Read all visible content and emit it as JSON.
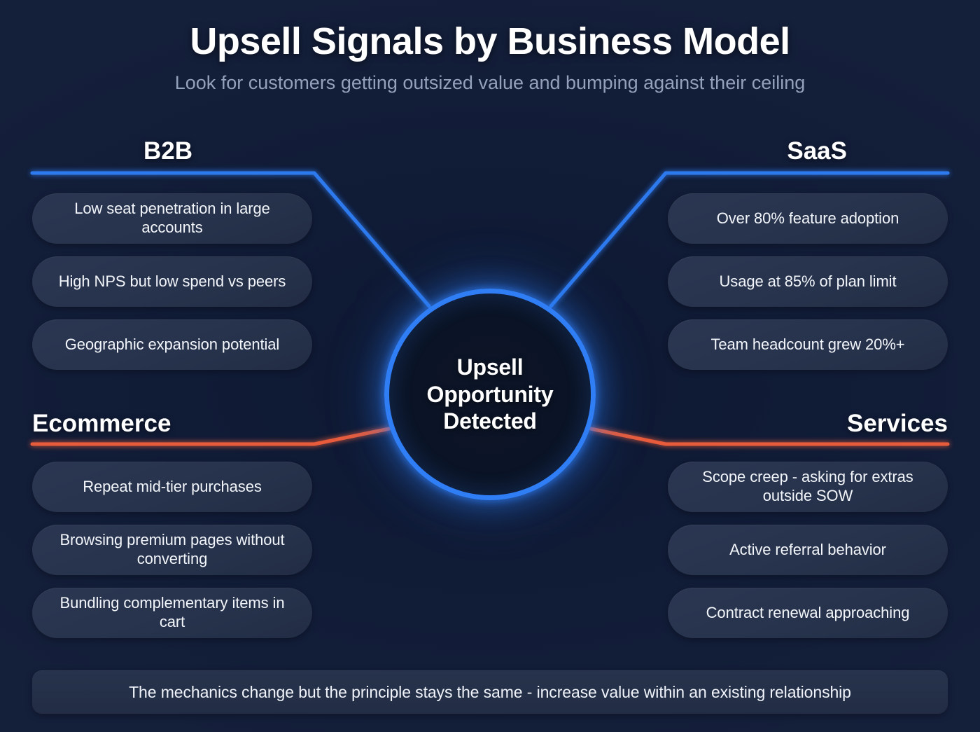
{
  "header": {
    "title": "Upsell Signals by Business Model",
    "subtitle": "Look for customers getting outsized value and bumping against their ceiling"
  },
  "center": {
    "label": "Upsell\nOpportunity\nDetected",
    "ring_color": "#2f7ef5",
    "glow_color": "#2f7ef5"
  },
  "colors": {
    "background": "#141f3a",
    "accent_blue": "#2f7ef5",
    "accent_orange": "#ef5f3c",
    "pill_bg": "#27334c",
    "text_primary": "#ffffff",
    "text_secondary": "#93a1bb"
  },
  "quadrants": [
    {
      "id": "b2b",
      "heading": "B2B",
      "rule_color": "#2f7ef5",
      "items": [
        "Low seat penetration in large accounts",
        "High NPS but low spend vs peers",
        "Geographic expansion potential"
      ]
    },
    {
      "id": "saas",
      "heading": "SaaS",
      "rule_color": "#2f7ef5",
      "items": [
        "Over 80% feature adoption",
        "Usage at 85% of plan limit",
        "Team headcount grew 20%+"
      ]
    },
    {
      "id": "ecommerce",
      "heading": "Ecommerce",
      "rule_color": "#ef5f3c",
      "items": [
        "Repeat mid-tier purchases",
        "Browsing premium pages without converting",
        "Bundling complementary items in cart"
      ]
    },
    {
      "id": "services",
      "heading": "Services",
      "rule_color": "#ef5f3c",
      "items": [
        "Scope creep - asking for extras outside SOW",
        "Active referral behavior",
        "Contract renewal approaching"
      ]
    }
  ],
  "footer": {
    "text": "The mechanics change but the principle stays the same - increase value within an existing relationship"
  }
}
